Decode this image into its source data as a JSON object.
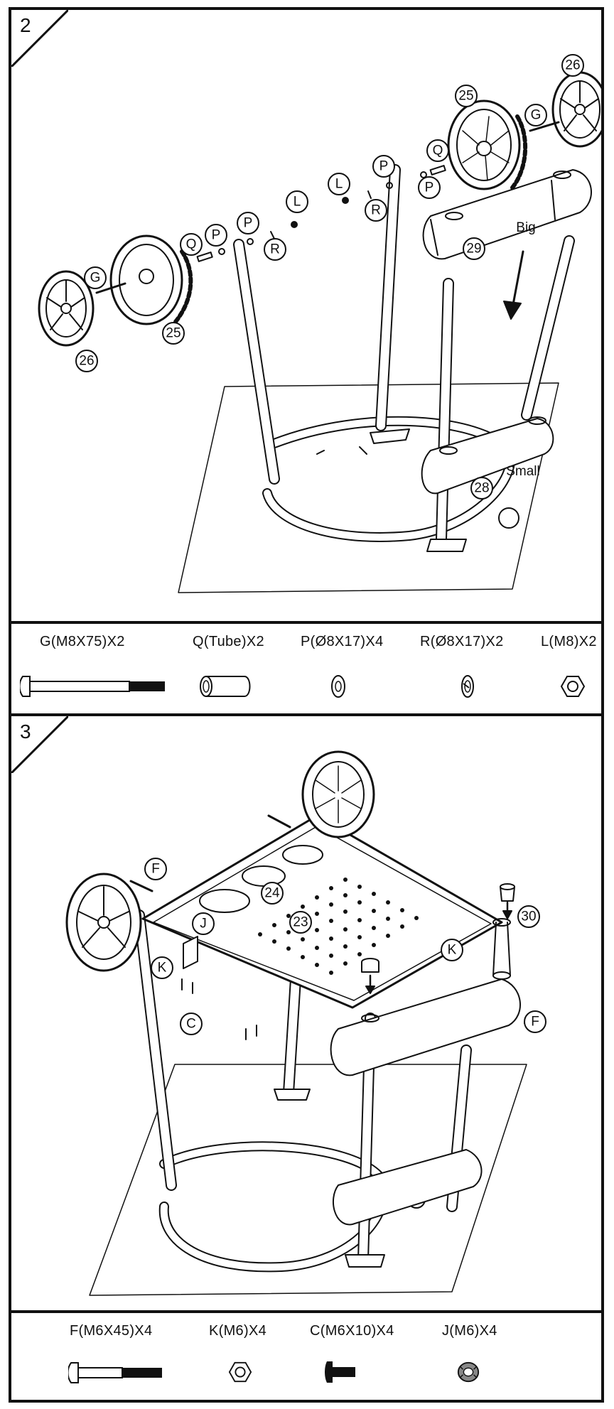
{
  "step2": {
    "number": "2",
    "callouts": {
      "c26a": "26",
      "c25a": "25",
      "cG1": "G",
      "cQ1": "Q",
      "cP1": "P",
      "cP2": "P",
      "cL1": "L",
      "cR1": "R",
      "cL2": "L",
      "cR2": "R",
      "cP3": "P",
      "cP4": "P",
      "cQ2": "Q",
      "c25b": "25",
      "cG2": "G",
      "c26b": "26",
      "c29": "29",
      "c28": "28"
    },
    "big_label": "Big",
    "small_label": "Small"
  },
  "hardware2": {
    "items": [
      {
        "label": "G(M8X75)X2",
        "icon": "bolt-icon"
      },
      {
        "label": "Q(Tube)X2",
        "icon": "tube-icon"
      },
      {
        "label": "P(Ø8X17)X4",
        "icon": "flat-washer-icon"
      },
      {
        "label": "R(Ø8X17)X2",
        "icon": "spring-washer-icon"
      },
      {
        "label": "L(M8)X2",
        "icon": "nut-icon"
      }
    ]
  },
  "step3": {
    "number": "3",
    "callouts": {
      "cF1": "F",
      "c24": "24",
      "cJ": "J",
      "c23": "23",
      "cK1": "K",
      "cK2": "K",
      "cC": "C",
      "c30": "30",
      "cF2": "F"
    }
  },
  "hardware3": {
    "items": [
      {
        "label": "F(M6X45)X4",
        "icon": "bolt-icon"
      },
      {
        "label": "K(M6)X4",
        "icon": "nut-icon"
      },
      {
        "label": "C(M6X10)X4",
        "icon": "short-bolt-icon"
      },
      {
        "label": "J(M6)X4",
        "icon": "lock-nut-icon"
      }
    ]
  }
}
